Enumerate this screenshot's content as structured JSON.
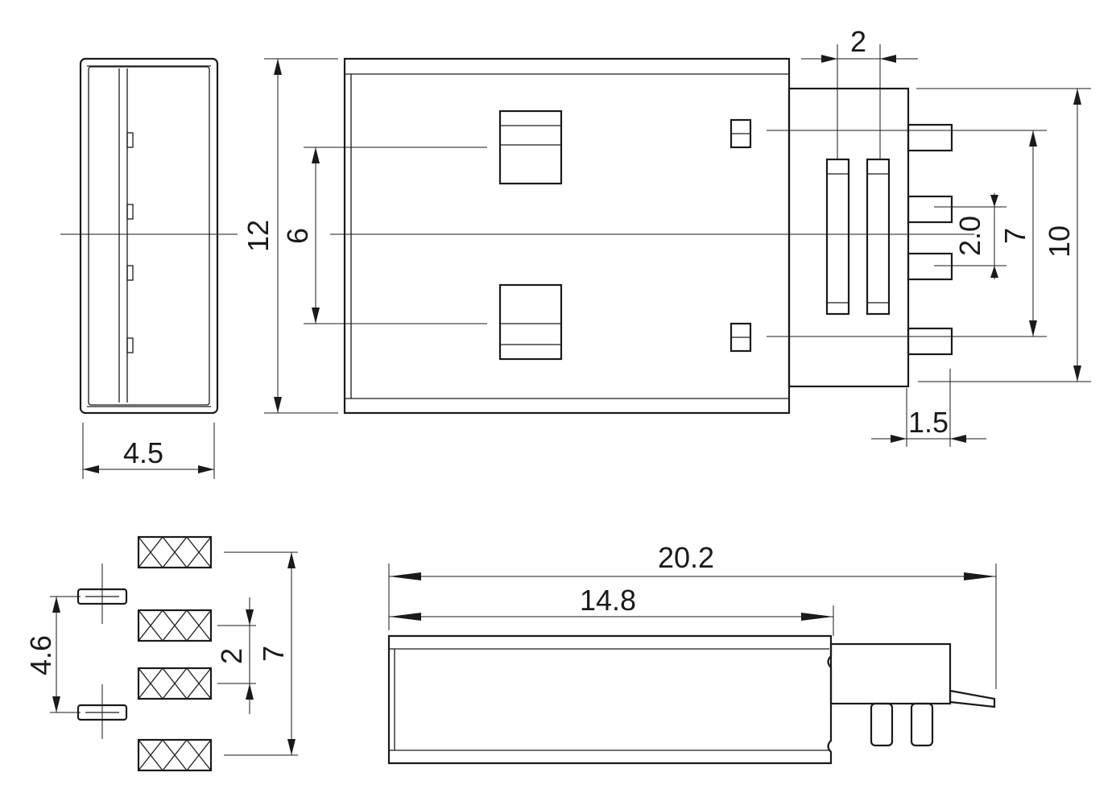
{
  "drawing": {
    "dims": {
      "front_width": "4.5",
      "height_12": "12",
      "window_spacing": "6",
      "pin_pitch_top": "2",
      "pin_gap": "2.0",
      "pin_span": "7",
      "tail_span": "10",
      "tail_length": "1.5",
      "footprint_4_6": "4.6",
      "footprint_2": "2",
      "footprint_7": "7",
      "total_length": "20.2",
      "body_length": "14.8"
    }
  }
}
